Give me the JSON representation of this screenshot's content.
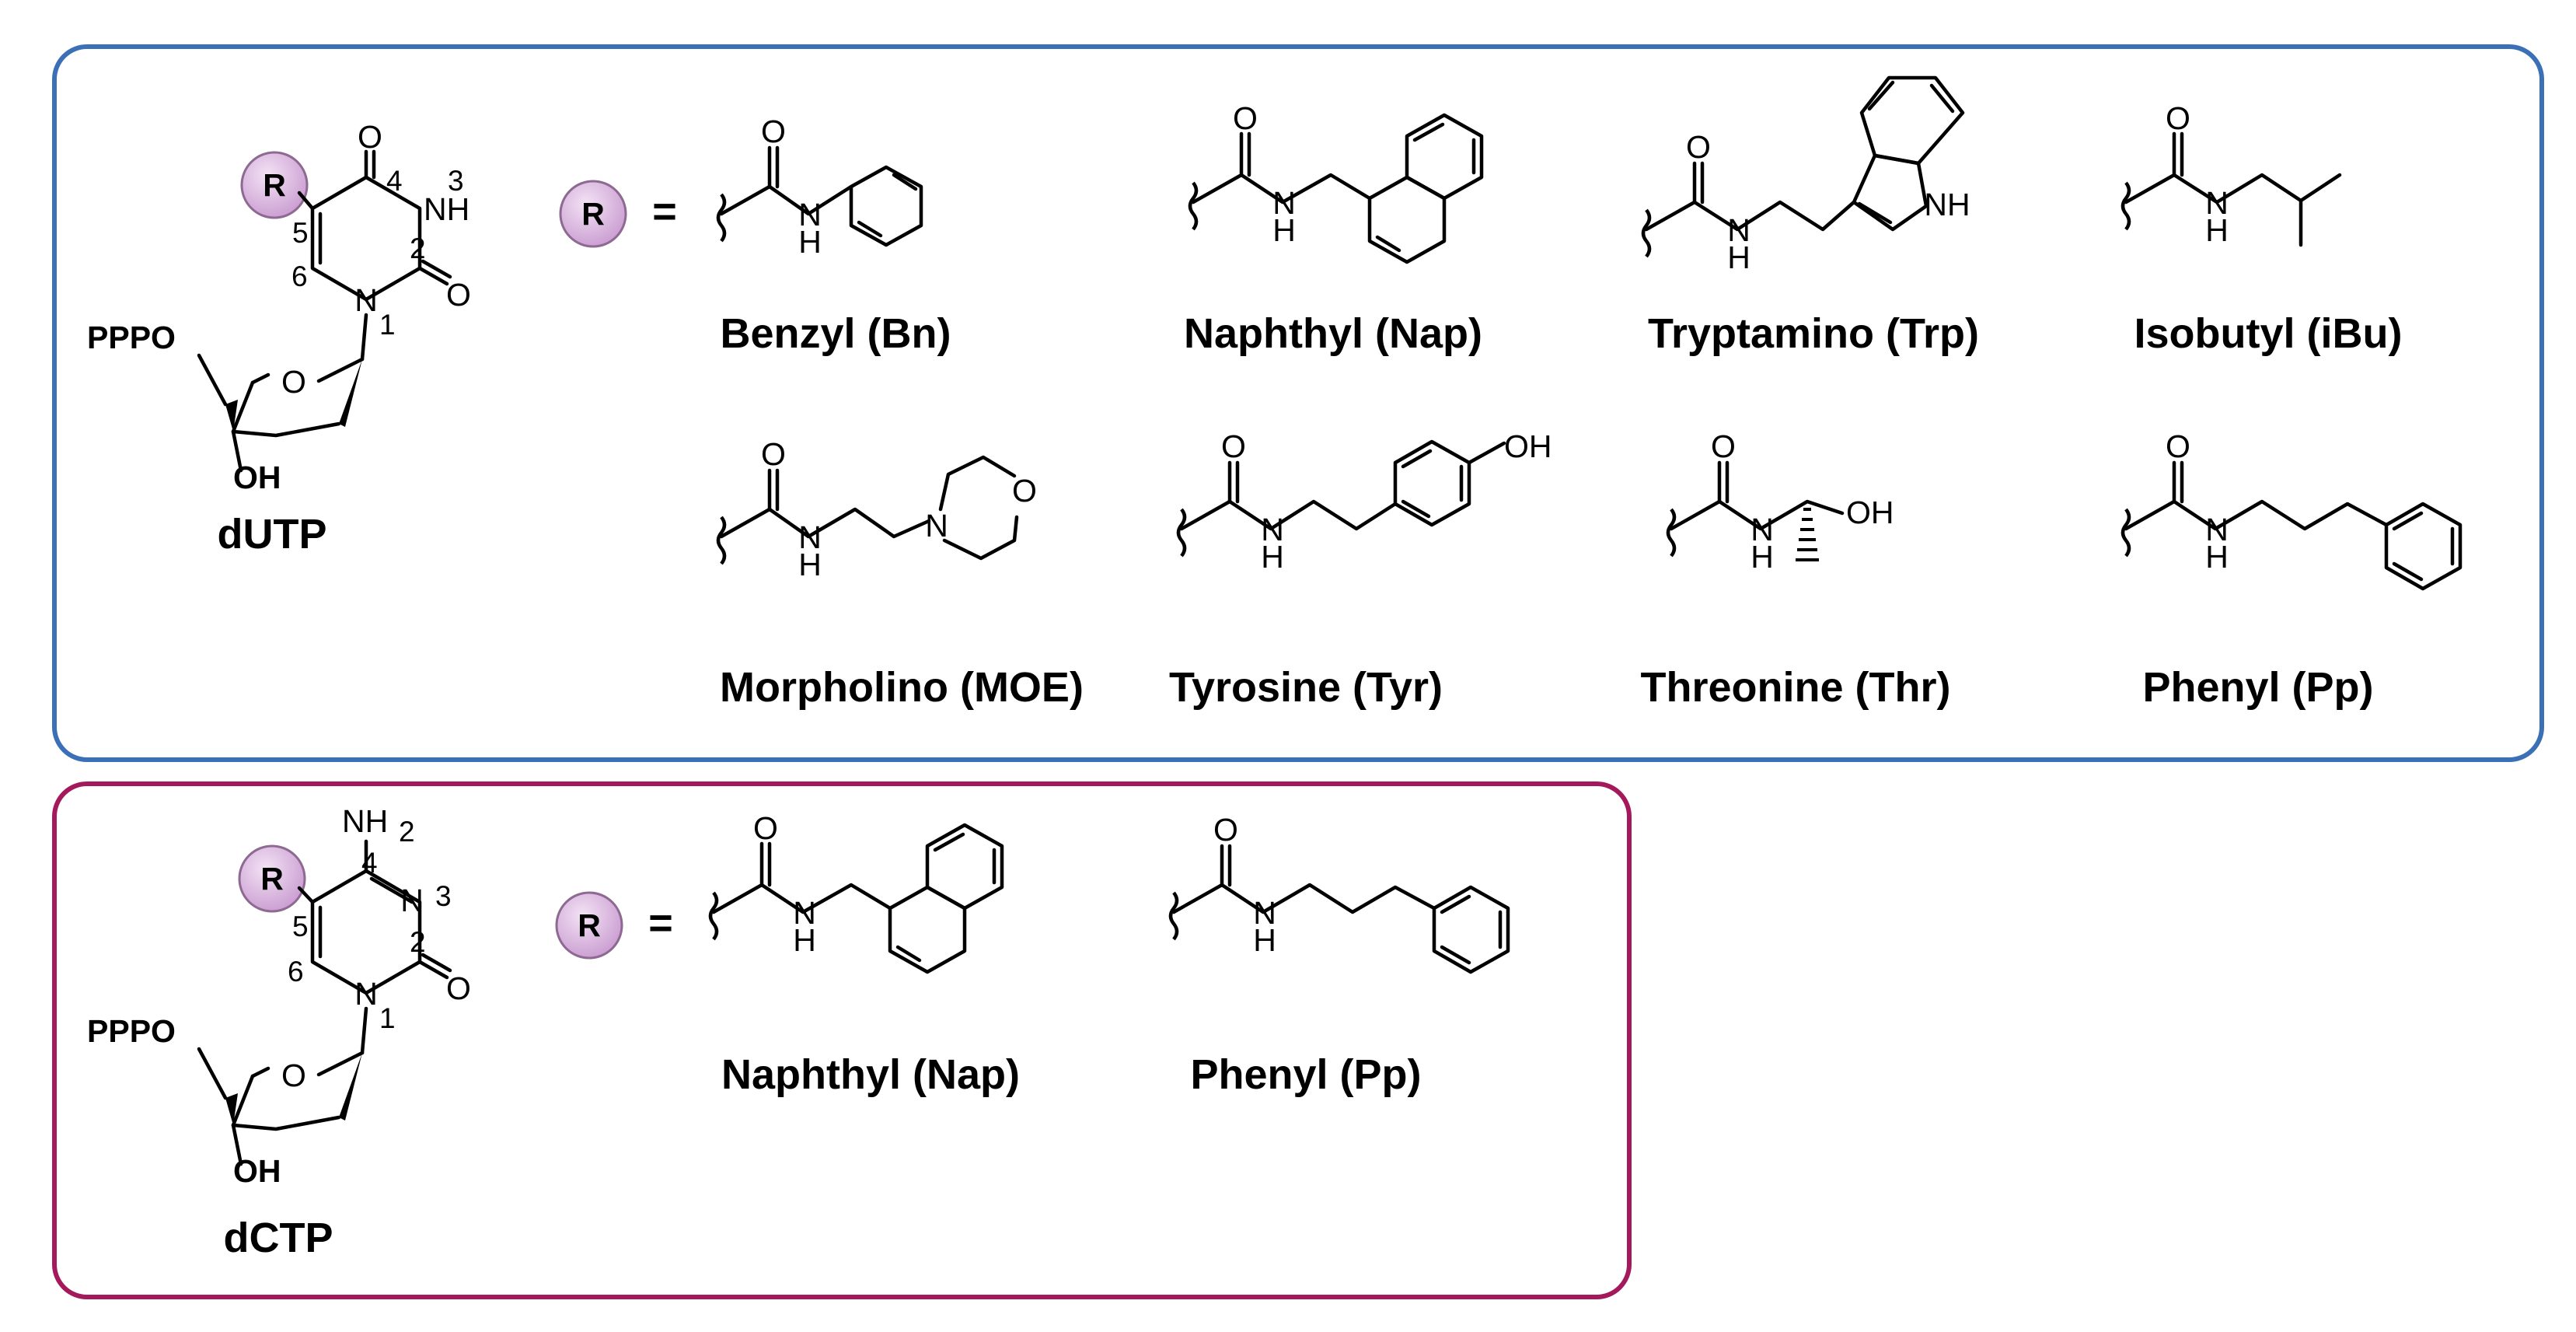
{
  "panels": [
    {
      "id": "dUTP",
      "border_color": "#3b6fb6",
      "nucleotide": {
        "name": "dUTP",
        "R": "R",
        "phosphate": "PPPO",
        "hydroxyl": "OH",
        "ring_atoms": {
          "o4": "O",
          "nh3": "NH",
          "o2": "O",
          "n1": "N",
          "sugar_o": "O"
        },
        "positions": {
          "p1": "1",
          "p2": "2",
          "p3": "3",
          "p4": "4",
          "p5": "5",
          "p6": "6"
        }
      },
      "equals": "=",
      "R_symbol": "R",
      "substituents": [
        {
          "label": "Benzyl (Bn)",
          "O": "O",
          "NH": "N",
          "H": "H"
        },
        {
          "label": "Naphthyl (Nap)",
          "O": "O",
          "NH": "N",
          "H": "H"
        },
        {
          "label": "Tryptamino (Trp)",
          "O": "O",
          "NH": "N",
          "H": "H",
          "extra": "NH"
        },
        {
          "label": "Isobutyl (iBu)",
          "O": "O",
          "NH": "N",
          "H": "H"
        },
        {
          "label": "Morpholino (MOE)",
          "O": "O",
          "NH": "N",
          "H": "H",
          "ring_n": "N",
          "ring_o": "O"
        },
        {
          "label": "Tyrosine (Tyr)",
          "O": "O",
          "NH": "N",
          "H": "H",
          "extra": "OH"
        },
        {
          "label": "Threonine (Thr)",
          "O": "O",
          "NH": "N",
          "H": "H",
          "extra": "OH"
        },
        {
          "label": "Phenyl (Pp)",
          "O": "O",
          "NH": "N",
          "H": "H"
        }
      ]
    },
    {
      "id": "dCTP",
      "border_color": "#a3195b",
      "nucleotide": {
        "name": "dCTP",
        "R": "R",
        "phosphate": "PPPO",
        "hydroxyl": "OH",
        "ring_atoms": {
          "nh2": "NH",
          "nh2_sub": "2",
          "n3": "N",
          "o2": "O",
          "n1": "N",
          "sugar_o": "O"
        },
        "positions": {
          "p1": "1",
          "p2": "2",
          "p3": "3",
          "p4": "4",
          "p5": "5",
          "p6": "6"
        }
      },
      "equals": "=",
      "R_symbol": "R",
      "substituents": [
        {
          "label": "Naphthyl (Nap)",
          "O": "O",
          "NH": "N",
          "H": "H"
        },
        {
          "label": "Phenyl (Pp)",
          "O": "O",
          "NH": "N",
          "H": "H"
        }
      ]
    }
  ],
  "colors": {
    "r_circle_fill": "#dcb2e0",
    "r_circle_stroke": "#8e6a93"
  }
}
